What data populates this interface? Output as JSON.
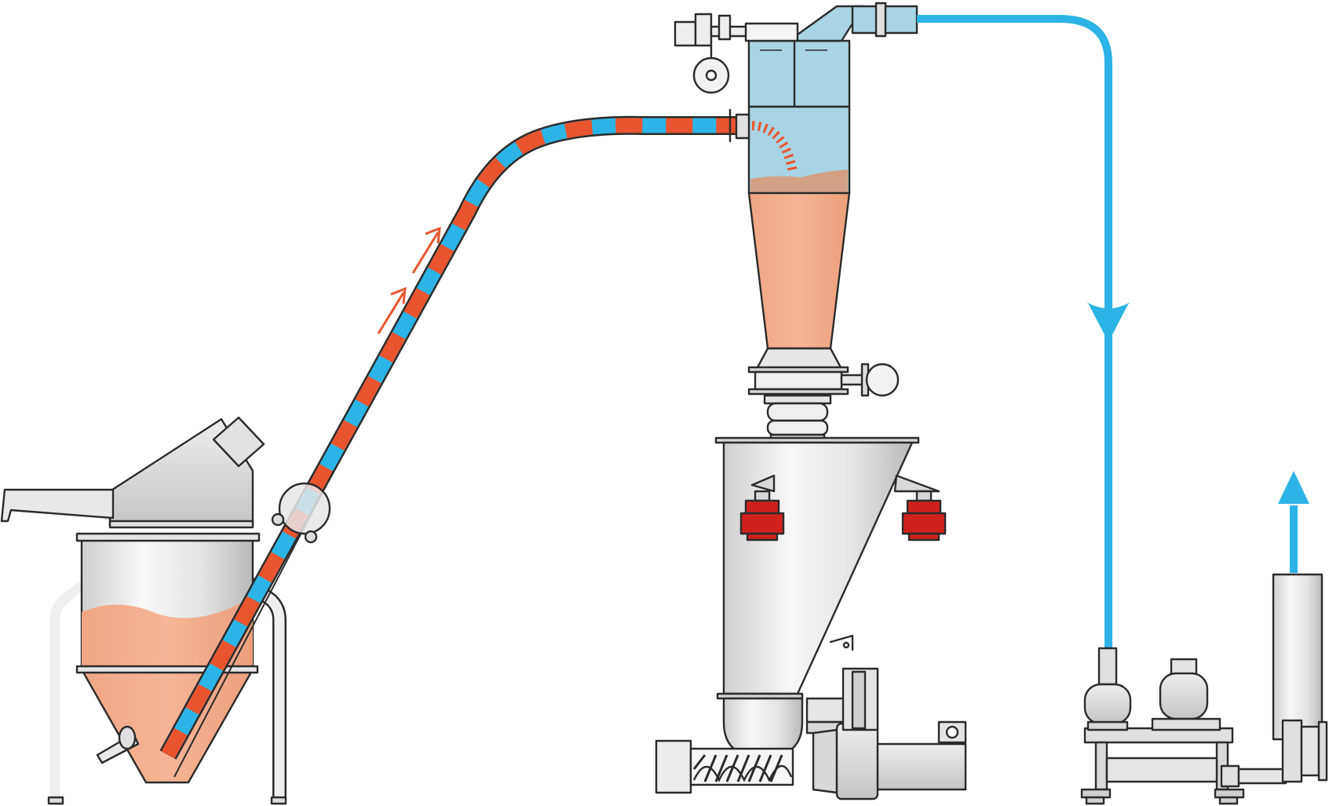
{
  "diagram": {
    "kind": "pneumatic dense-phase conveying system",
    "labels": [],
    "colors": {
      "material": "#e8552e",
      "air": "#2db4e6",
      "powder_fill": "#f2a987",
      "powder_surface": "#d4a084",
      "receiver_body": "#a9d4e3",
      "steel_light": "#f4f4f4",
      "steel_mid": "#d6d6d6",
      "steel_dark": "#a8a8a8",
      "warning_red": "#d0211d",
      "outline": "#2b2b2b"
    },
    "components": [
      {
        "id": "feed-hopper",
        "icon": "hopper-icon"
      },
      {
        "id": "conveying-line",
        "icon": "pipe-icon"
      },
      {
        "id": "flow-arrows",
        "icon": "arrow-up-right-icon",
        "count": 2
      },
      {
        "id": "vacuum-receiver",
        "icon": "receiver-icon"
      },
      {
        "id": "discharge-valve",
        "icon": "valve-icon"
      },
      {
        "id": "process-hopper",
        "icon": "hopper-icon"
      },
      {
        "id": "vibrators",
        "icon": "vibrator-icon",
        "count": 2
      },
      {
        "id": "screw-feeder",
        "icon": "screw-icon"
      },
      {
        "id": "vacuum-line",
        "icon": "arrow-down-icon"
      },
      {
        "id": "vacuum-pump",
        "icon": "pump-icon"
      },
      {
        "id": "silencer-exhaust",
        "icon": "arrow-up-icon"
      }
    ]
  }
}
